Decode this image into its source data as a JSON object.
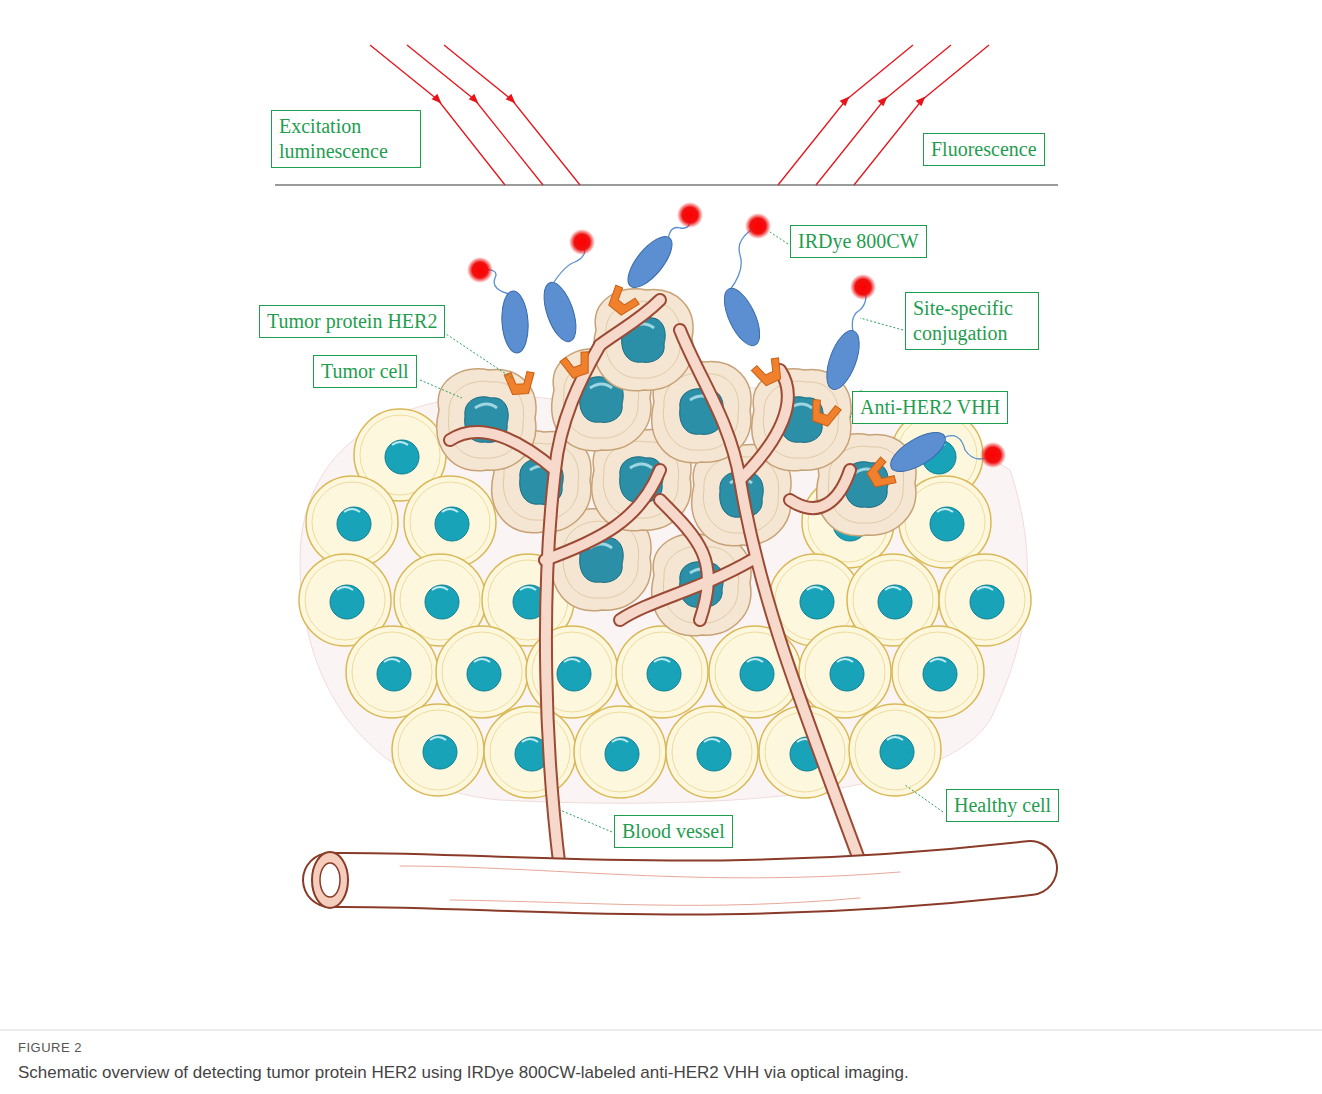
{
  "diagram": {
    "caption": "Schematic overview of detecting tumor protein HER2 using IRDye 800CW-labeled anti-HER2 VHH via optical imaging.",
    "nodes": [
      {
        "text": [
          "Excitation luminescence"
        ]
      },
      {
        "text": [
          "Fluorescence"
        ]
      },
      {
        "text": [
          "IRDye 800CW"
        ]
      },
      {
        "text": [
          "Tumor protein HER2"
        ]
      },
      {
        "text": [
          "Site-specific conjugation"
        ]
      },
      {
        "text": [
          "Tumor cell"
        ]
      },
      {
        "text": [
          "Anti-HER2 VHH"
        ]
      },
      {
        "text": [
          "Healthy cell"
        ]
      },
      {
        "text": [
          "Blood vessel"
        ]
      }
    ],
    "labels": [
      "FIGURE 2"
    ]
  }
}
